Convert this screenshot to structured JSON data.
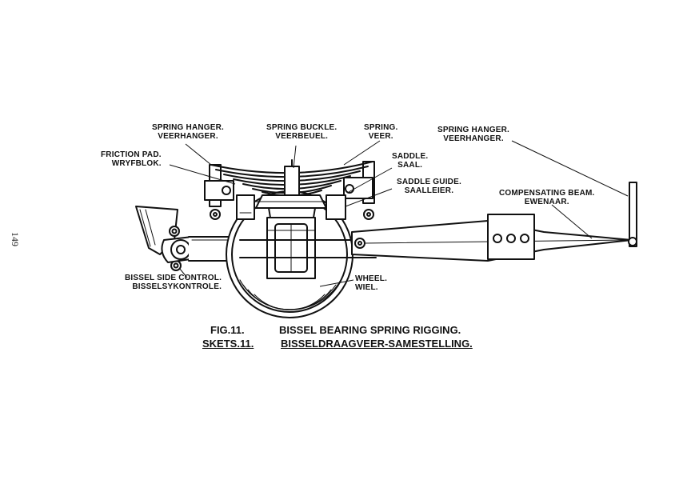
{
  "page_number": "149",
  "labels": {
    "spring_hanger_left": [
      "SPRING HANGER.",
      "VEERHANGER."
    ],
    "spring_buckle": [
      "SPRING BUCKLE.",
      "VEERBEUEL."
    ],
    "spring": [
      "SPRING.",
      "VEER."
    ],
    "spring_hanger_right": [
      "SPRING HANGER.",
      "VEERHANGER."
    ],
    "friction_pad": [
      "FRICTION PAD.",
      "WRYFBLOK."
    ],
    "saddle": [
      "SADDLE.",
      "SAAL."
    ],
    "saddle_guide": [
      "SADDLE GUIDE.",
      "SAALLEIER."
    ],
    "compensating_beam": [
      "COMPENSATING BEAM.",
      "EWENAAR."
    ],
    "bissel_side_control": [
      "BISSEL SIDE CONTROL.",
      "BISSELSYKONTROLE."
    ],
    "wheel": [
      "WHEEL.",
      "WIEL."
    ]
  },
  "caption": {
    "fig_en": "FIG.11.",
    "fig_af": "SKETS.11.",
    "title_en": "BISSEL BEARING SPRING RIGGING.",
    "title_af": "BISSELDRAAGVEER-SAMESTELLING."
  }
}
